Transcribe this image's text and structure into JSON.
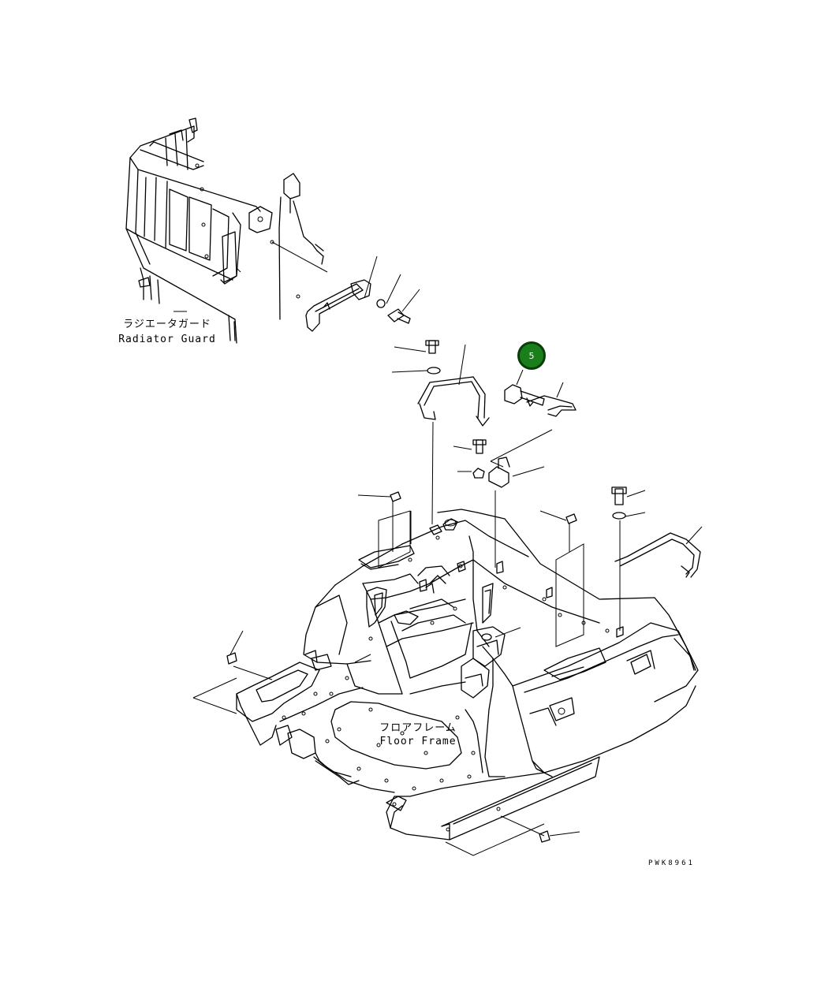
{
  "labels": {
    "radiator_guard_jp": "ラジエータガード",
    "radiator_guard_en": "Radiator Guard",
    "floor_frame_jp": "フロアフレーム",
    "floor_frame_en": "Floor Frame"
  },
  "drawing_code": "PWK8961",
  "callout": {
    "number": "5",
    "color": "#1a7f1a"
  }
}
